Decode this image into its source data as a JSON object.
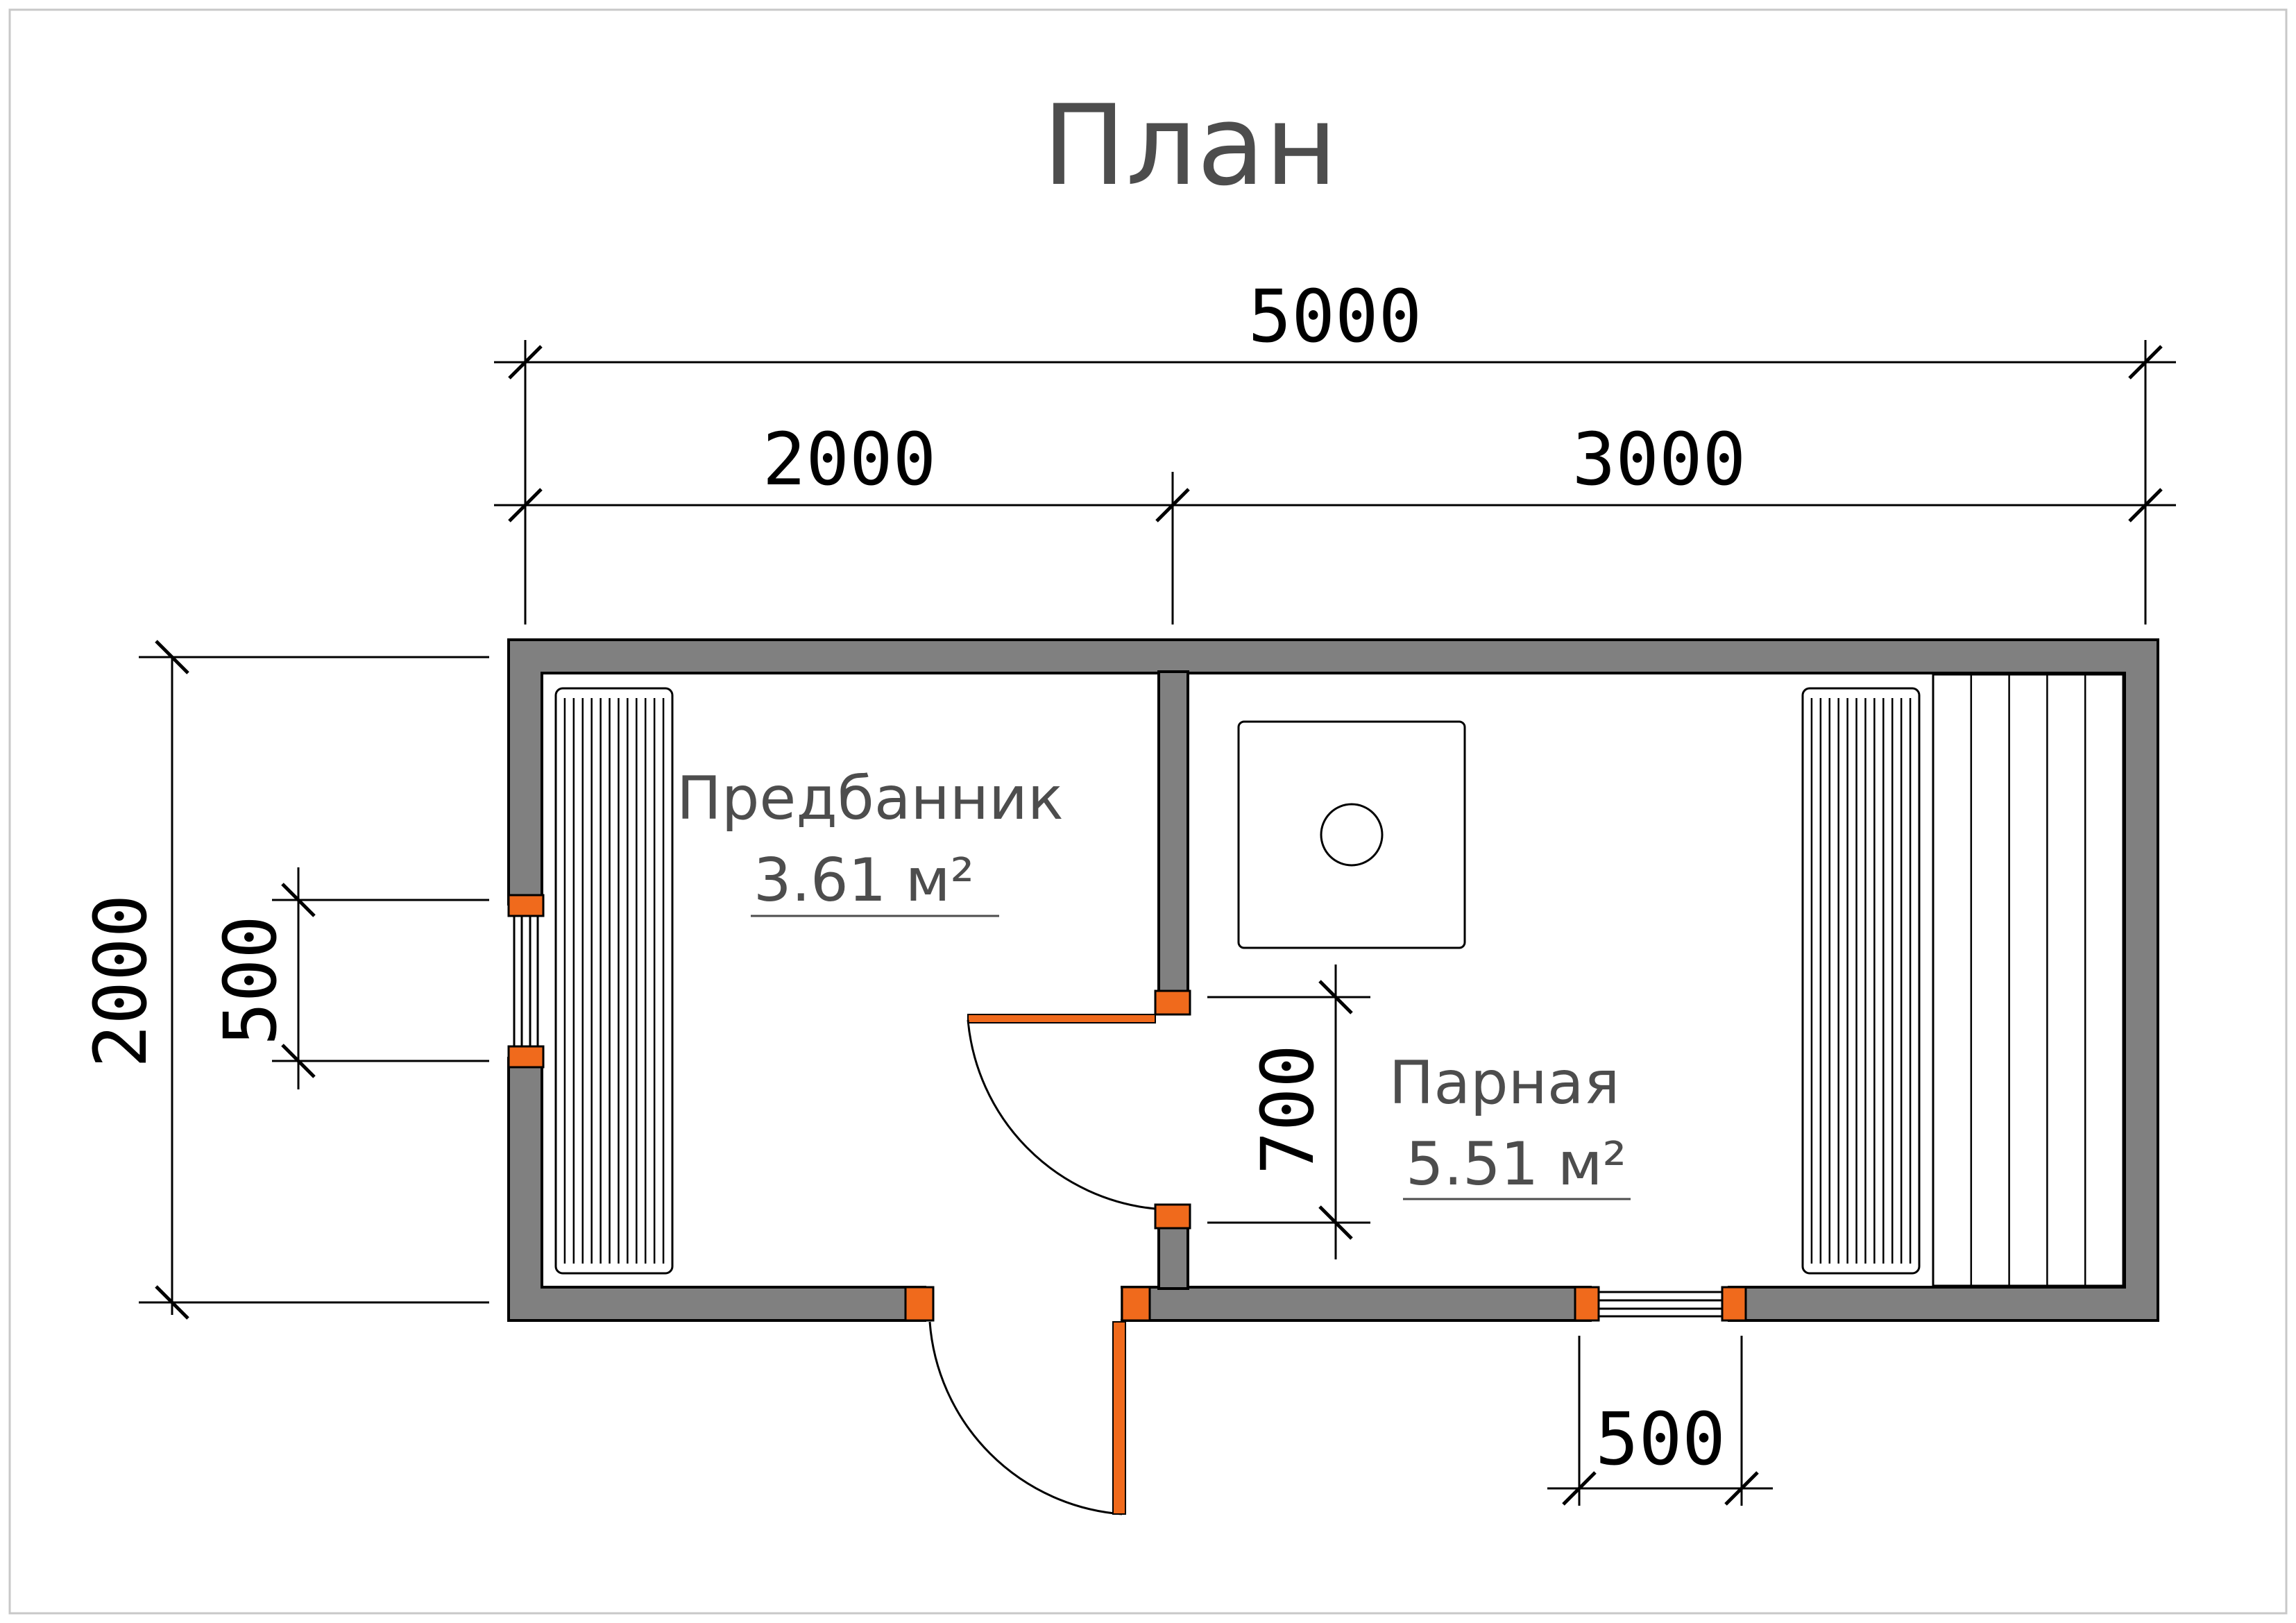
{
  "title": "План",
  "dimensions": {
    "overall_width": "5000",
    "left_section": "2000",
    "right_section": "3000",
    "overall_depth": "2000",
    "left_window": "500",
    "interior_door": "700",
    "right_window": "500"
  },
  "rooms": [
    {
      "name": "Предбанник",
      "area": "3.61 м²"
    },
    {
      "name": "Парная",
      "area": "5.51 м²"
    }
  ],
  "colors": {
    "wall": "#808080",
    "frame": "#f06a1c",
    "text": "#4d4d4d"
  }
}
